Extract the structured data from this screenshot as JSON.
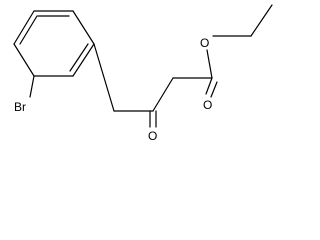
{
  "molecule": {
    "atoms": {
      "bromine": "Br",
      "ester_oxygen": "O",
      "ester_carbonyl_oxygen": "O",
      "ketone_oxygen": "O"
    }
  },
  "colors": {
    "bond": "#000000",
    "text": "#000000",
    "background": "#ffffff"
  }
}
